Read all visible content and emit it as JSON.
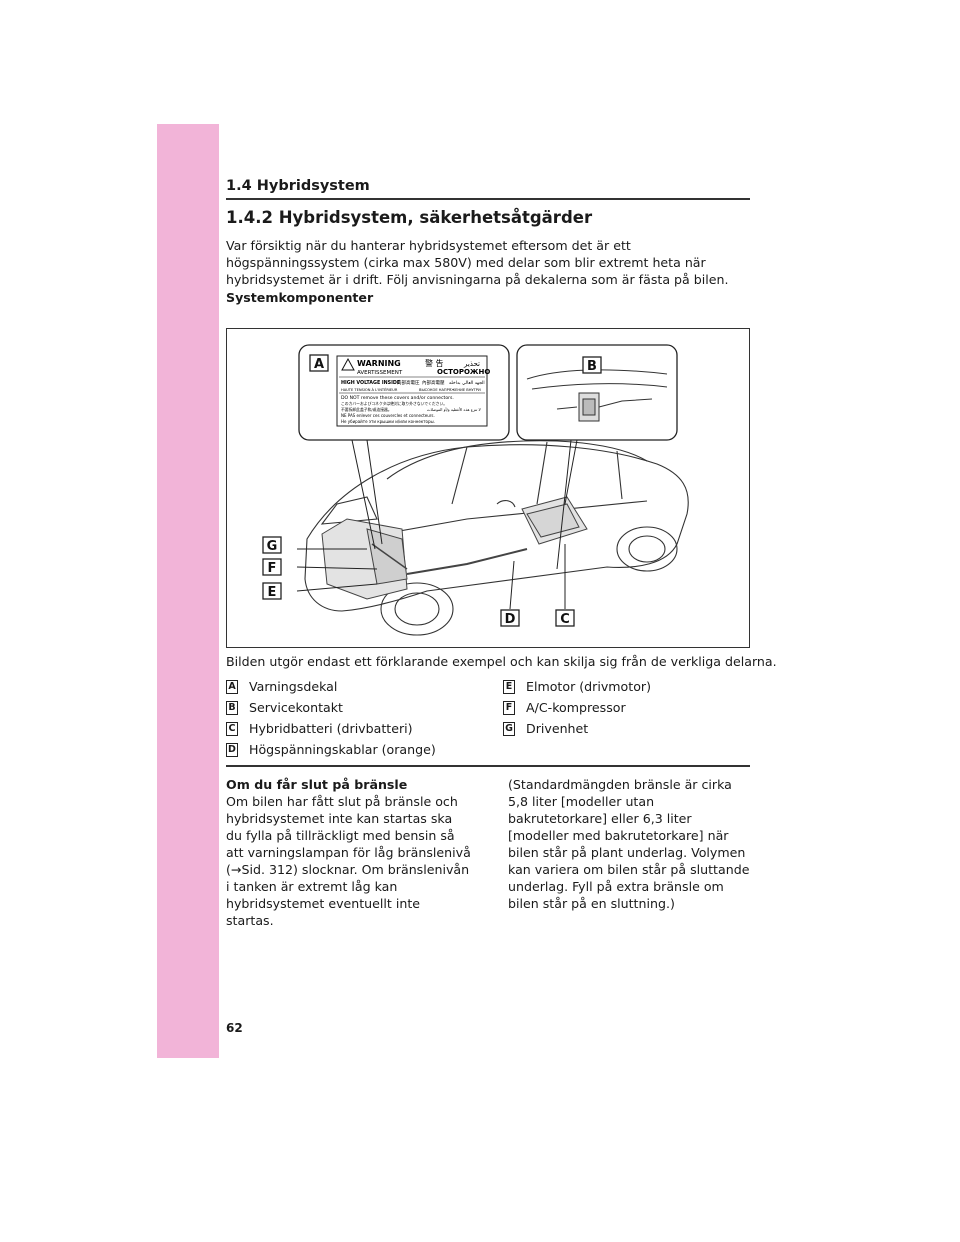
{
  "header": {
    "section": "1.4 Hybridsystem"
  },
  "title": "1.4.2 Hybridsystem, säkerhetsåtgärder",
  "intro": "Var försiktig när du hanterar hybridsystemet eftersom det är ett högspänningssystem (cirka max 580V) med delar som blir extremt heta när hybridsystemet är i drift. Följ anvisningarna på dekalerna som är fästa på bilen.",
  "subheading": "Systemkomponenter",
  "figure": {
    "callouts": [
      "A",
      "B",
      "C",
      "D",
      "E",
      "F",
      "G"
    ],
    "warning_label": {
      "title": "WARNING",
      "title_jp": "警 告",
      "title_ar": "تحذير",
      "subtitle_fr": "AVERTISSEMENT",
      "subtitle_ru": "ОСТОРОЖНО",
      "line_hv": "HIGH VOLTAGE INSIDE",
      "line_hv_jp": "内部高電圧",
      "line_hv_cn": "內部高電壓",
      "line_hv_ar": "الجهد العالي بداخله",
      "line_fr_hv": "HAUTE TENSION À L'INTÉRIEUR",
      "line_ru_hv": "ВЫСОКОЕ НАПРЯЖЕНИЕ ВНУТРИ",
      "line_en": "DO NOT remove these covers and/or connectors.",
      "line_jp": "このカバーおよびコネクタは絶対に取り外さないでください。",
      "line_cn": "不要拆卸此盖子和/或连接器。",
      "line_ar": "لا تنزع هذه الأغطية و/أو الموصلات",
      "line_fr": "NE PAS enlever ces couvercles et connecteurs.",
      "line_ru": "Не убирайте эти крышки и/или коннекторы."
    }
  },
  "caption": "Bilden utgör endast ett förklarande exempel och kan skilja sig från de verkliga delarna.",
  "legend_left": [
    {
      "key": "A",
      "label": "Varningsdekal"
    },
    {
      "key": "B",
      "label": "Servicekontakt"
    },
    {
      "key": "C",
      "label": "Hybridbatteri (drivbatteri)"
    },
    {
      "key": "D",
      "label": "Högspänningskablar (orange)"
    }
  ],
  "legend_right": [
    {
      "key": "E",
      "label": "Elmotor (drivmotor)"
    },
    {
      "key": "F",
      "label": "A/C-kompressor"
    },
    {
      "key": "G",
      "label": "Drivenhet"
    }
  ],
  "fuel": {
    "heading": "Om du får slut på bränsle",
    "text_left": "Om bilen har fått slut på bränsle och hybridsystemet inte kan startas ska du fylla på tillräckligt med bensin så att varningslampan för låg bränslenivå (→Sid. 312) slocknar. Om bränslenivån i tanken är extremt låg kan hybridsystemet eventuellt inte startas.",
    "text_right": "(Standardmängden bränsle är cirka 5,8 liter [modeller utan bakrutetorkare] eller 6,3 liter [modeller med bakrutetorkare] när bilen står på plant underlag. Volymen kan variera om bilen står på sluttande underlag. Fyll på extra bränsle om bilen står på en sluttning.)"
  },
  "page_number": "62"
}
